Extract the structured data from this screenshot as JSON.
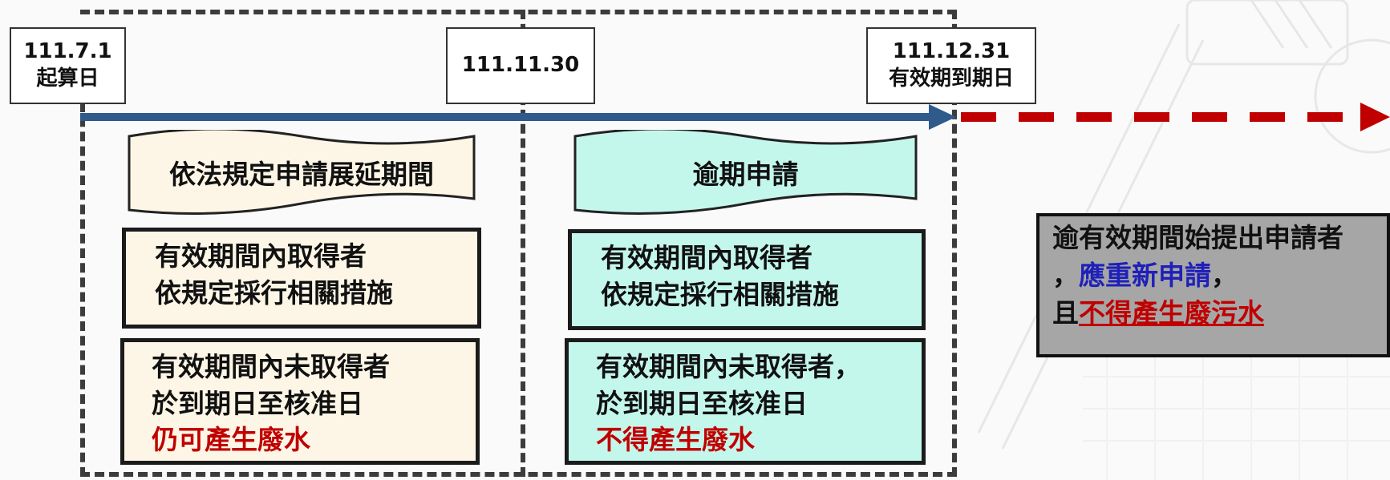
{
  "timeline": {
    "start": {
      "date": "111.7.1",
      "label": "起算日"
    },
    "middle": {
      "date": "111.11.30"
    },
    "end": {
      "date": "111.12.31",
      "label": "有效期到期日"
    }
  },
  "left_panel": {
    "title": "依法規定申請展延期間",
    "box1": {
      "line1": "有效期間內取得者",
      "line2": "依規定採行相關措施"
    },
    "box2": {
      "line1": "有效期間內未取得者",
      "line2": "於到期日至核准日",
      "line3": "仍可產生廢水"
    }
  },
  "right_panel": {
    "title": "逾期申請",
    "box1": {
      "line1": "有效期間內取得者",
      "line2": "依規定採行相關措施"
    },
    "box2": {
      "line1": "有效期間內未取得者，",
      "line2": "於到期日至核准日",
      "line3": "不得產生廢水"
    }
  },
  "note": {
    "line1": "逾有效期間始提出申請者",
    "line2_prefix": "，",
    "line2_highlight": "應重新申請",
    "line2_suffix": "，",
    "line3_prefix": "且",
    "line3_highlight": "不得產生廢污水"
  },
  "colors": {
    "timeline_arrow": "#2e5a8c",
    "expired_arrow": "#c00000",
    "left_fill": "#fdf6e6",
    "right_fill": "#c4f7ec",
    "note_fill": "#a6a6a6",
    "highlight_red": "#c00000",
    "highlight_blue": "#1f20b8"
  }
}
